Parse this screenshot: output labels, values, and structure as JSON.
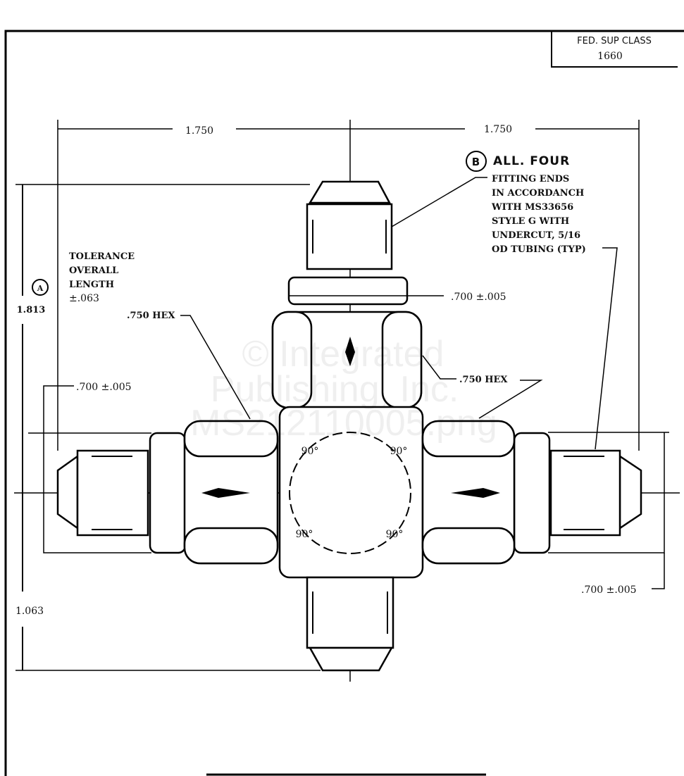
{
  "title_block": {
    "label": "FED. SUP CLASS",
    "value": "1660"
  },
  "dimensions": {
    "top_left": "1.750",
    "top_right": "1.750",
    "overall_height": "1.813",
    "lower_height": "1.063",
    "flange_top": ".700 ±.005",
    "flange_left": ".700 ±.005",
    "flange_right": ".700 ±.005",
    "hex_left": ".750 HEX",
    "hex_right": ".750 HEX"
  },
  "angles": [
    "90°",
    "90°",
    "90°",
    "90°"
  ],
  "note_a": {
    "marker": "A",
    "lines": [
      "TOLERANCE",
      "OVERALL",
      "LENGTH",
      "±.063"
    ]
  },
  "note_b": {
    "marker": "B",
    "heading": "ALL. FOUR",
    "lines": [
      "FITTING  ENDS",
      "IN ACCORDANCH",
      "WITH MS33656",
      "STYLE G WITH",
      "UNDERCUT, 5/16",
      "OD TUBING (TYP)"
    ]
  },
  "watermark": [
    "© Integrated",
    "Publishing, Inc.",
    "MS212110005.png"
  ]
}
